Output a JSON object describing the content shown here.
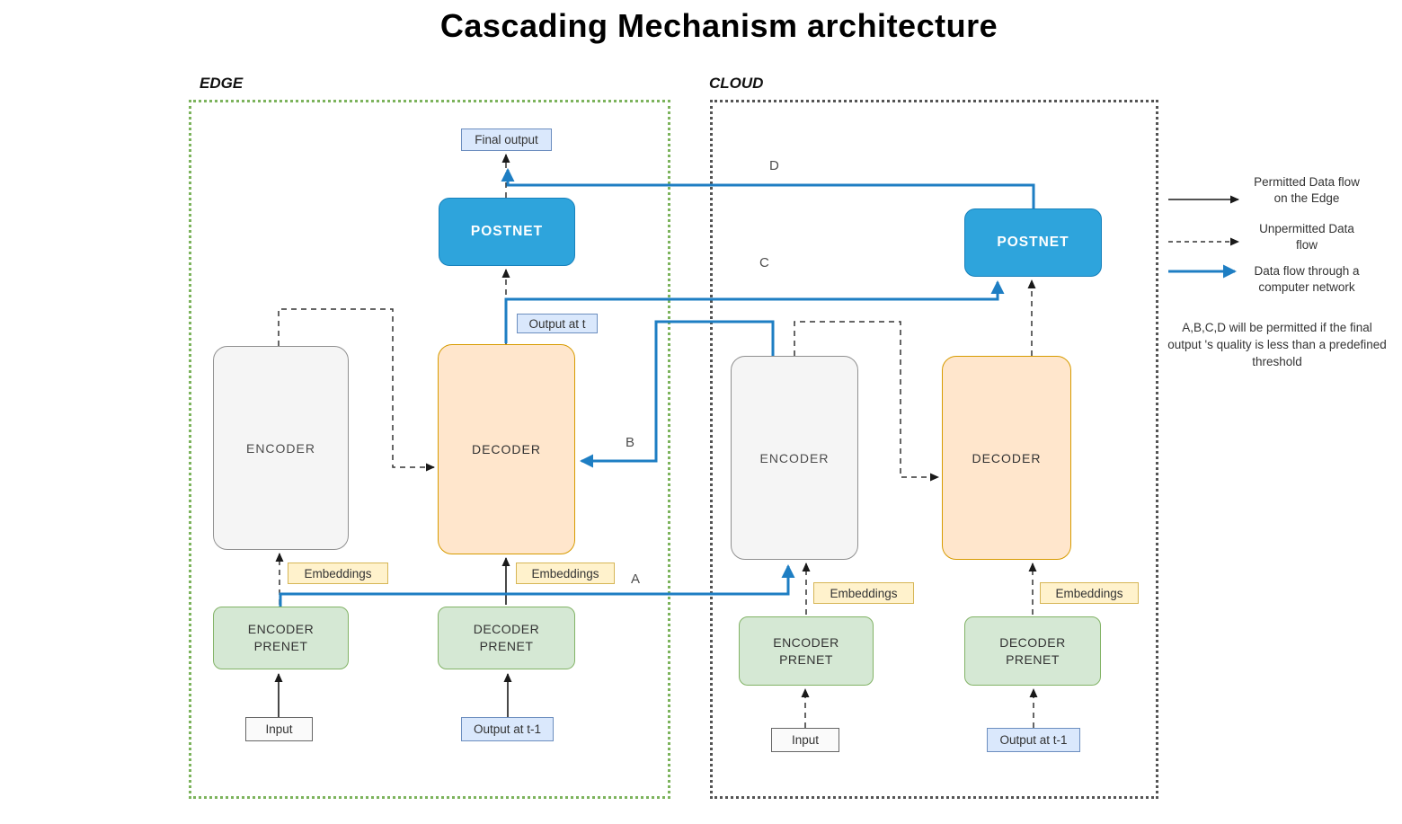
{
  "title": "Cascading Mechanism architecture",
  "edge": {
    "label": "EDGE",
    "final_output": "Final output",
    "postnet": "POSTNET",
    "encoder": "ENCODER",
    "decoder": "DECODER",
    "output_at_t": "Output at t",
    "embeddings_encoder": "Embeddings",
    "embeddings_decoder": "Embeddings",
    "encoder_prenet": "ENCODER PRENET",
    "decoder_prenet": "DECODER PRENET",
    "input": "Input",
    "output_at_t_minus_1": "Output at t-1"
  },
  "cloud": {
    "label": "CLOUD",
    "postnet": "POSTNET",
    "encoder": "ENCODER",
    "decoder": "DECODER",
    "embeddings_encoder": "Embeddings",
    "embeddings_decoder": "Embeddings",
    "encoder_prenet": "ENCODER PRENET",
    "decoder_prenet": "DECODER PRENET",
    "input": "Input",
    "output_at_t_minus_1": "Output at t-1"
  },
  "flow_labels": {
    "a": "A",
    "b": "B",
    "c": "C",
    "d": "D"
  },
  "legend": {
    "items": [
      {
        "icon": "solid-black-arrow",
        "label": "Permitted Data flow on the Edge"
      },
      {
        "icon": "dashed-black-arrow",
        "label": "Unpermitted Data flow"
      },
      {
        "icon": "blue-network-arrow",
        "label": "Data flow through a computer network"
      }
    ],
    "note": "A,B,C,D will be permitted if the final output 's quality is less than a predefined threshold"
  },
  "colors": {
    "edge_border": "#7CB35C",
    "cloud_border": "#545454",
    "postnet_fill": "#2EA4DC",
    "network_arrow_blue": "#1E7EC3",
    "decoder_fill": "#FFE6CC",
    "prenet_fill": "#D5E8D4",
    "embeddings_fill": "#FFF2CC",
    "output_label_fill": "#DAE8FC"
  }
}
